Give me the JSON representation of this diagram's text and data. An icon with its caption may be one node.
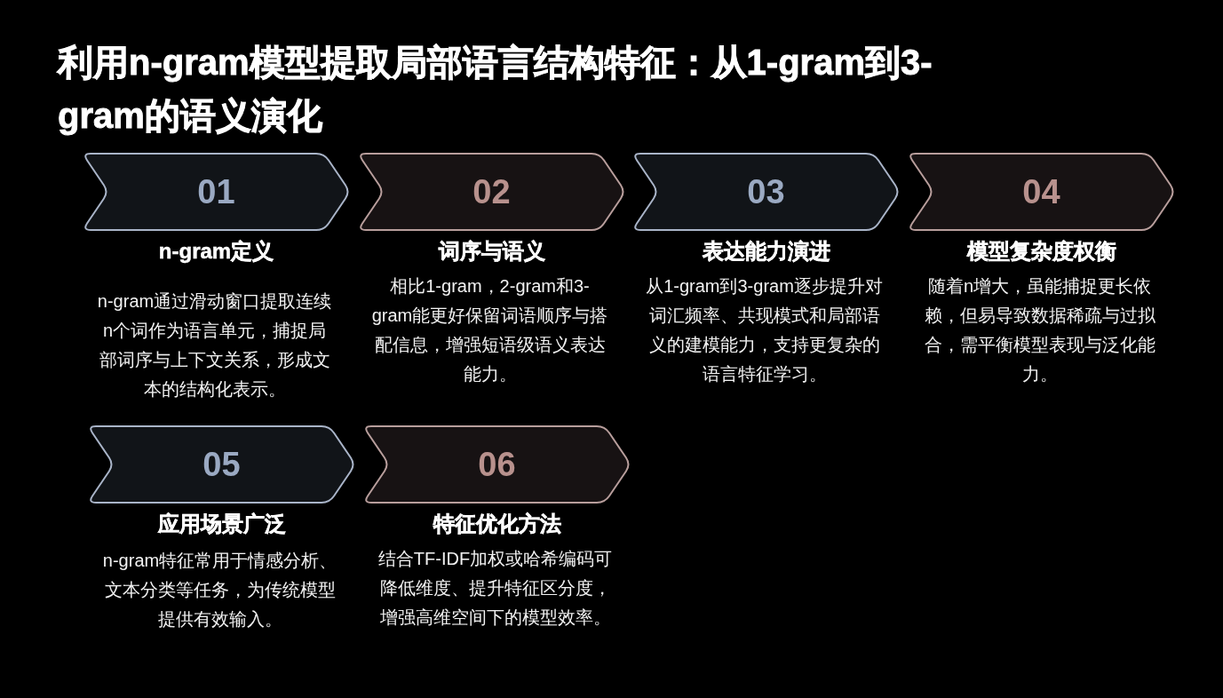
{
  "diagram": {
    "title": "利用n-gram模型提取局部语言结构特征：从1-gram到3-gram的语义演化",
    "nodes": [
      {
        "text": [
          "01",
          "n-gram定义",
          "n-gram通过滑动窗口提取连续n个词作为语言单元，捕捉局部词序与上下文关系，形成文本的结构化表示。"
        ]
      },
      {
        "text": [
          "02",
          "词序与语义",
          "相比1-gram，2-gram和3-gram能更好保留词语顺序与搭配信息，增强短语级语义表达能力。"
        ]
      },
      {
        "text": [
          "03",
          "表达能力演进",
          "从1-gram到3-gram逐步提升对词汇频率、共现模式和局部语义的建模能力，支持更复杂的语言特征学习。"
        ]
      },
      {
        "text": [
          "04",
          "模型复杂度权衡",
          "随着n增大，虽能捕捉更长依赖，但易导致数据稀疏与过拟合，需平衡模型表现与泛化能力。"
        ]
      },
      {
        "text": [
          "05",
          "应用场景广泛",
          "n-gram特征常用于情感分析、文本分类等任务，为传统模型提供有效输入。"
        ]
      },
      {
        "text": [
          "06",
          "特征优化方法",
          "结合TF-IDF加权或哈希编码可降低维度、提升特征区分度，增强高维空间下的模型效率。"
        ]
      }
    ]
  }
}
